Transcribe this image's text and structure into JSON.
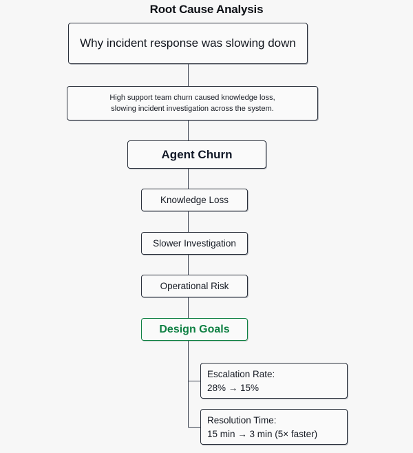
{
  "diagram": {
    "title": "Root Cause Analysis",
    "accent_color": "#0f8043",
    "background_color": "#f7f7f7",
    "box_border_color": "#2b313c",
    "question": "Why incident response was slowing down",
    "summary_line_1": "High support team churn caused knowledge loss,",
    "summary_line_2": "slowing incident investigation across the system.",
    "root_cause": "Agent Churn",
    "chain": [
      {
        "label": "Knowledge Loss"
      },
      {
        "label": "Slower Investigation"
      },
      {
        "label": "Operational Risk"
      }
    ],
    "goals_label": "Design Goals",
    "metrics": [
      {
        "name": "Escalation Rate:",
        "value": "28% → 15%"
      },
      {
        "name": "Resolution Time:",
        "value": "15 min → 3 min (5× faster)"
      }
    ]
  }
}
